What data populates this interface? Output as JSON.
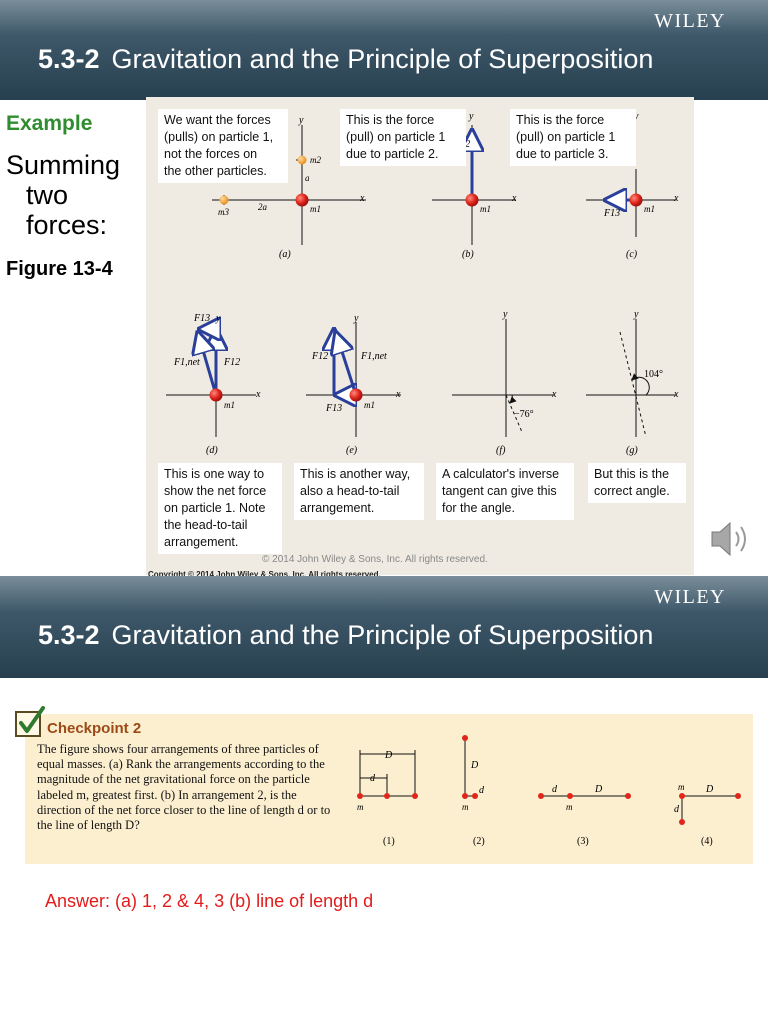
{
  "slide1": {
    "brand": "WILEY",
    "title_number": "5.3-2",
    "title_text": "Gravitation and the Principle of Superposition",
    "example_label": "Example",
    "summing_lines": [
      "Summing",
      "two",
      "forces:"
    ],
    "figure_label": "Figure 13-4",
    "callouts_top": [
      [
        "We want the forces",
        "(pulls) on particle 1,",
        "not the forces on",
        "the other particles."
      ],
      [
        "This is the force",
        "(pull) on particle 1",
        "due to particle 2."
      ],
      [
        "This is the force",
        "(pull) on particle 1",
        "due to particle 3."
      ]
    ],
    "callouts_bottom": [
      [
        "This is one way to",
        "show the net force",
        "on particle 1. Note",
        "the head-to-tail",
        "arrangement."
      ],
      [
        "This is another way,",
        "also a head-to-tail",
        "arrangement."
      ],
      [
        "A calculator's inverse",
        "tangent can give this",
        "for the angle."
      ],
      [
        "But this is the",
        "correct angle."
      ]
    ],
    "panel_labels": [
      "(a)",
      "(b)",
      "(c)",
      "(d)",
      "(e)",
      "(f)",
      "(g)"
    ],
    "labels": {
      "x": "x",
      "y": "y",
      "m1": "m1",
      "m2": "m2",
      "m3": "m3",
      "a": "a",
      "two_a": "2a",
      "F12": "F12",
      "F13": "F13",
      "F1net": "F1,net",
      "angle_neg": "−76°",
      "angle_pos": "104°"
    },
    "copyright_line": "© 2014 John Wiley & Sons, Inc. All rights reserved.",
    "copyright_cut": "Copyright © 2014 John Wiley & Sons, Inc. All rights reserved.",
    "speaker_icon": "speaker-icon"
  },
  "slide2": {
    "brand": "WILEY",
    "title_number": "5.3-2",
    "title_text": "Gravitation and the Principle of Superposition",
    "checkpoint_title": "Checkpoint 2",
    "checkpoint_text": "The figure shows four arrangements of three particles of equal masses. (a) Rank the arrangements according to the magnitude of the net gravitational force on the particle labeled m, greatest first. (b) In arrangement 2, is the direction of the net force closer to the line of length d or to the line of length D?",
    "arrangement_labels": [
      "(1)",
      "(2)",
      "(3)",
      "(4)"
    ],
    "length_labels": {
      "D": "D",
      "d": "d",
      "m": "m"
    },
    "answer": "Answer: (a) 1, 2 & 4, 3   (b) line of length d",
    "check_icon": "checkbox-icon"
  },
  "colors": {
    "header_dark": "#26404f",
    "example_green": "#2f8c2f",
    "particle_red": "#e0261b",
    "particle_orange": "#f0a030",
    "force_blue": "#2a3f9a",
    "checkpoint_bg": "#fcefd0",
    "answer_red": "#e31b1b"
  }
}
